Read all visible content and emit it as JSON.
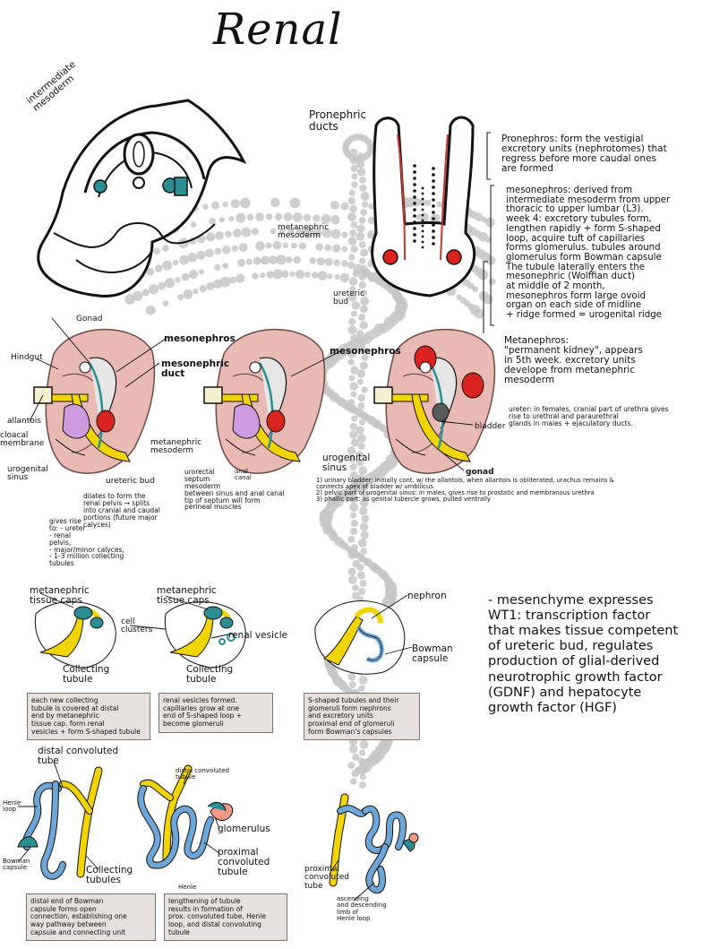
{
  "title": "Renal",
  "colors": {
    "teal": "#2a8e93",
    "red": "#d9231f",
    "pink": "#e9b9b3",
    "yellow": "#f1d400",
    "blue": "#6ea6d8",
    "lilac": "#cf9ae0",
    "caduceus": "#c7c7c7",
    "boxBg": "#e7e1de"
  },
  "top_left": {
    "label": "intermediate\nmesoderm"
  },
  "top_right": {
    "pronephric_ducts": "Pronephric\nducts",
    "metanephric_mesoderm": "metanephric\nmesoderm",
    "ureteric_bud": "ureteric\nbud"
  },
  "notes": {
    "pronephros": "Pronephros: form the vestigial\nexcretory units (nephrotomes) that\nregress before more caudal ones\nare formed",
    "mesonephros": "mesonephros: derived from\nintermediate mesoderm from upper\nthoracic to upper lumbar (L3).\nweek 4: excretory tubules form,\nlengthen rapidly + form S-shaped\nloop, acquire tuft of capillaries\nforms glomerulus. tubules around\nglomerulus form Bowman capsule\nThe tubule laterally enters the\nmesonephric (Wolffian duct)\nat middle of 2 month,\nmesonephros form large ovoid\norgan on each side of midline\n+ ridge formed = urogenital ridge",
    "metanephros": "Metanephros:\n\"permanent kidney\", appears\nin 5th week. excretory units\ndevelope from metanephric\nmesoderm",
    "ureter": "ureter: in females, cranial part of urethra gives\nrise to urethral and paraurethral\nglands in males + ejaculatory ducts.",
    "urogenital": "1) urinary bladder: initially cont. w/ the allantois, when allantois is obliterated, urachus remains &\n    connects apex of bladder w/ umbilicus\n2) pelvic part of urogenital sinus: in males, gives rise to prostatic and membranous urethra\n3) phallic part: as genital tubercle grows, pulled ventrally",
    "dilates": "dilates to form the\nrenal pelvis → splits\ninto cranial and caudal\nportions (future major\ncalyces)",
    "gives_rise": "gives rise\nto: - ureter\n   - renal\n     pelvis,\n   - major/minor calyces,\n   - 1-3 million collecting\n     tubules",
    "urorectal": "urorectal\nseptum\nmesoderm\nbetween sinus and anal canal\ntip of septum will form\nperineal muscles",
    "wt1": "- mesenchyme expresses\nWT1: transcription factor\nthat makes tissue competent\nof ureteric bud, regulates\nproduction of glial-derived\nneurotrophic growth factor\n(GDNF) and hepatocyte\ngrowth factor (HGF)"
  },
  "embryo_labels": {
    "gonad_top": "Gonad",
    "hindgut": "Hindgut",
    "mesonephros": "mesonephros",
    "mesonephric_duct": "mesonephric\nduct",
    "allantois": "allantois",
    "cloacal_membrane": "cloacal\nmembrane",
    "metanephric_mesoderm": "metanephric\nmesoderm",
    "urogenital_sinus": "urogenital\nsinus",
    "ureteric_bud": "ureteric bud",
    "mesonephros_2": "mesonephros",
    "anal_canal": "anal\ncanal",
    "urogenital_sinus_2": "urogenital\nsinus",
    "bladder": "bladder",
    "gonad_bottom": "gonad"
  },
  "stages": {
    "s1_caps": "metanephric\ntissue caps",
    "s1_collecting": "Collecting\ntubule",
    "s1_box": "each new collecting\ntubule is covered at distal\nend by metanephric\ntissue cap. form renal\nvesicles + form S-shaped tubule",
    "s2_caps": "metanephric\ntissue caps",
    "s2_cell": "cell\nclusters",
    "s2_vesicle": "renal vesicle",
    "s2_collecting": "Collecting\ntubule",
    "s2_box": "renal vesicles formed.\ncapillaries grow at one\nend of S-shaped loop +\nbecome glomeruli",
    "s3_nephron": "nephron",
    "s3_bowman": "Bowman\ncapsule",
    "s3_box": "S-shaped tubules and their\nglomeruli form nephrons\nand excretory units\nproximal end of glomeruli\nform Bowman's capsules"
  },
  "bottom": {
    "b1_distal": "distal convoluted\ntube",
    "b1_henle": "Henle\nloop",
    "b1_bowman": "Bowman\ncapsule",
    "b1_collecting": "Collecting\ntubules",
    "b1_box": "distal end of Bowman\ncapsule forms open\nconnection, establishing one\nway pathway between\ncapsule and connecting unit",
    "b2_distal": "distal convoluted\ntubule",
    "b2_glom": "glomerulus",
    "b2_proximal": "proximal\nconvoluted\ntubule",
    "b2_henle": "Henle",
    "b2_box": "lengthening of tubule\nresults in formation of\nprox. convoluted tube, Henle\nloop, and distal convoluting\ntubule",
    "b3_proximal": "proximal\nconvoluted\ntube",
    "b3_henle": "ascending\nand descending\nlimb of\nHenle loop"
  }
}
